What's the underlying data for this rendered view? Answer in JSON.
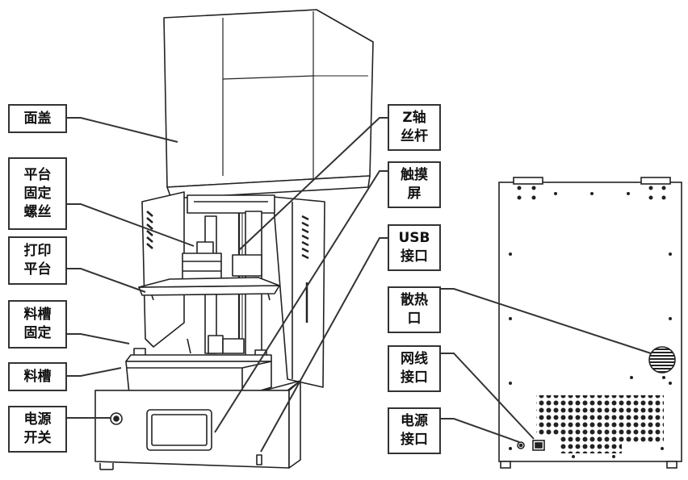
{
  "labels": {
    "face_cover": [
      "面盖"
    ],
    "platform_screw": [
      "平台",
      "固定",
      "螺丝"
    ],
    "print_platform": [
      "打印",
      "平台"
    ],
    "vat_fix": [
      "料槽",
      "固定"
    ],
    "vat": [
      "料槽"
    ],
    "power_switch": [
      "电源",
      "开关"
    ],
    "z_screw": [
      "Z轴",
      "丝杆"
    ],
    "touchscreen": [
      "触摸",
      "屏"
    ],
    "usb": [
      "USB",
      "接口"
    ],
    "vent": [
      "散热",
      "口"
    ],
    "network": [
      "网线",
      "接口"
    ],
    "power_port": [
      "电源",
      "接口"
    ]
  },
  "colors": {
    "line": "#333333",
    "box_border": "#333333",
    "background": "#ffffff"
  }
}
